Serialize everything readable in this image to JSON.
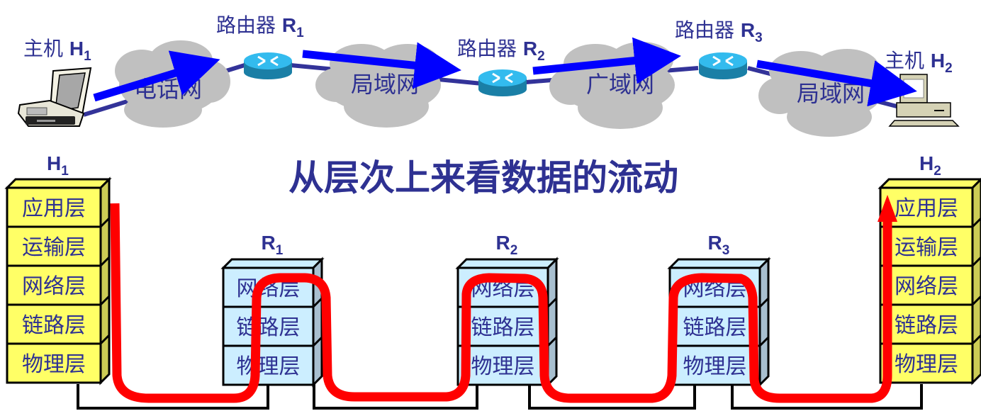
{
  "title": "从层次上来看数据的流动",
  "colors": {
    "text": "#2E3192",
    "host_layer_fill": "#FFFF66",
    "host_layer_side": "#CCCC55",
    "router_layer_fill": "#CCEEFF",
    "router_layer_side": "#A8BFCF",
    "cloud": "#C0C0C0",
    "data_path": "#FF0000",
    "top_arrow": "#0000FF",
    "link_line": "#333399",
    "router_body": "#1E8FB8",
    "router_top": "#33BBEE"
  },
  "topology": {
    "host1": {
      "prefix": "主机 ",
      "name": "H",
      "sub": "1",
      "device": "laptop"
    },
    "host2": {
      "prefix": "主机 ",
      "name": "H",
      "sub": "2",
      "device": "desktop"
    },
    "routers": [
      {
        "prefix": "路由器 ",
        "name": "R",
        "sub": "1"
      },
      {
        "prefix": "路由器 ",
        "name": "R",
        "sub": "2"
      },
      {
        "prefix": "路由器 ",
        "name": "R",
        "sub": "3"
      }
    ],
    "networks": [
      "电话网",
      "局域网",
      "广域网",
      "局域网"
    ]
  },
  "stacks": [
    {
      "name": "H",
      "sub": "1",
      "kind": "host",
      "layers": [
        "应用层",
        "运输层",
        "网络层",
        "链路层",
        "物理层"
      ]
    },
    {
      "name": "R",
      "sub": "1",
      "kind": "router",
      "layers": [
        "网络层",
        "链路层",
        "物理层"
      ]
    },
    {
      "name": "R",
      "sub": "2",
      "kind": "router",
      "layers": [
        "网络层",
        "链路层",
        "物理层"
      ]
    },
    {
      "name": "R",
      "sub": "3",
      "kind": "router",
      "layers": [
        "网络层",
        "链路层",
        "物理层"
      ]
    },
    {
      "name": "H",
      "sub": "2",
      "kind": "host",
      "layers": [
        "应用层",
        "运输层",
        "网络层",
        "链路层",
        "物理层"
      ]
    }
  ]
}
